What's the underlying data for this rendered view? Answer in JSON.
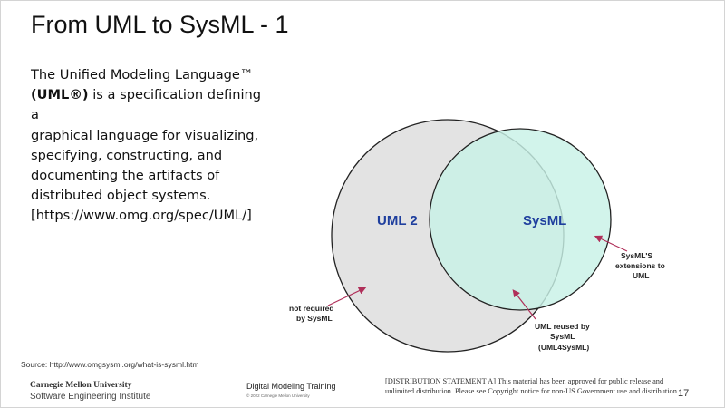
{
  "slide": {
    "title": "From UML to SysML - 1",
    "body": {
      "line1": "The Unified Modeling Language™",
      "line2_bold": "(UML®)",
      "line2_rest": " is a specification defining a",
      "line3": "graphical language for visualizing,",
      "line4": "specifying, constructing, and",
      "line5": "documenting the artifacts of",
      "line6": "distributed object systems.",
      "line7": "[https://www.omg.org/spec/UML/]"
    },
    "source": "Source: http://www.omgsysml.org/what-is-sysml.htm"
  },
  "diagram": {
    "uml_label": "UML 2",
    "sysml_label": "SysML",
    "annotations": {
      "not_required_1": "not required",
      "not_required_2": "by SysML",
      "extensions_1": "SysML'S",
      "extensions_2": "extensions to",
      "extensions_3": "UML",
      "reused_1": "UML reused by",
      "reused_2": "SysML",
      "reused_3": "(UML4SysML)"
    },
    "colors": {
      "uml_fill": "#e3e3e3",
      "sysml_fill": "#c8f2e6",
      "uml_label": "#1f3f9e",
      "arrow": "#b0305a"
    }
  },
  "footer": {
    "university": "Carnegie Mellon University",
    "institute": "Software Engineering Institute",
    "training": "Digital Modeling Training",
    "copyright": "© 2022 Carnegie Mellon University",
    "distribution": "[DISTRIBUTION STATEMENT A] This material has been approved for public release and unlimited distribution.  Please see Copyright notice for non-US Government use and distribution.",
    "page_number": "17"
  }
}
